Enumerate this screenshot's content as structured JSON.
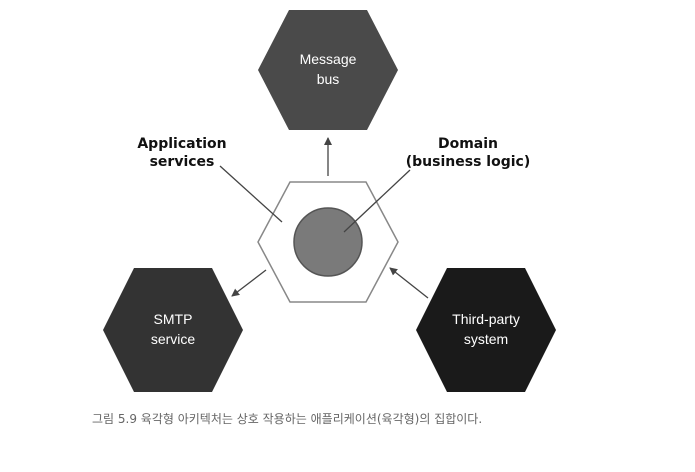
{
  "diagram": {
    "nodes": {
      "message_bus": {
        "lines": [
          "Message",
          "bus"
        ],
        "color": "#4a4a4a"
      },
      "smtp_service": {
        "lines": [
          "SMTP",
          "service"
        ],
        "color": "#333333"
      },
      "third_party": {
        "lines": [
          "Third-party",
          "system"
        ],
        "color": "#1a1a1a"
      },
      "core": {
        "outline_color": "#888888",
        "domain_color": "#7a7a7a"
      }
    },
    "labels": {
      "application_services": [
        "Application",
        "services"
      ],
      "domain": [
        "Domain",
        "(business logic)"
      ]
    },
    "edges": [
      {
        "from": "core",
        "to": "message_bus"
      },
      {
        "from": "core",
        "to": "smtp_service"
      },
      {
        "from": "third_party",
        "to": "core"
      }
    ]
  },
  "caption": "그림 5.9 육각형 아키텍처는 상호 작용하는 애플리케이션(육각형)의 집합이다."
}
